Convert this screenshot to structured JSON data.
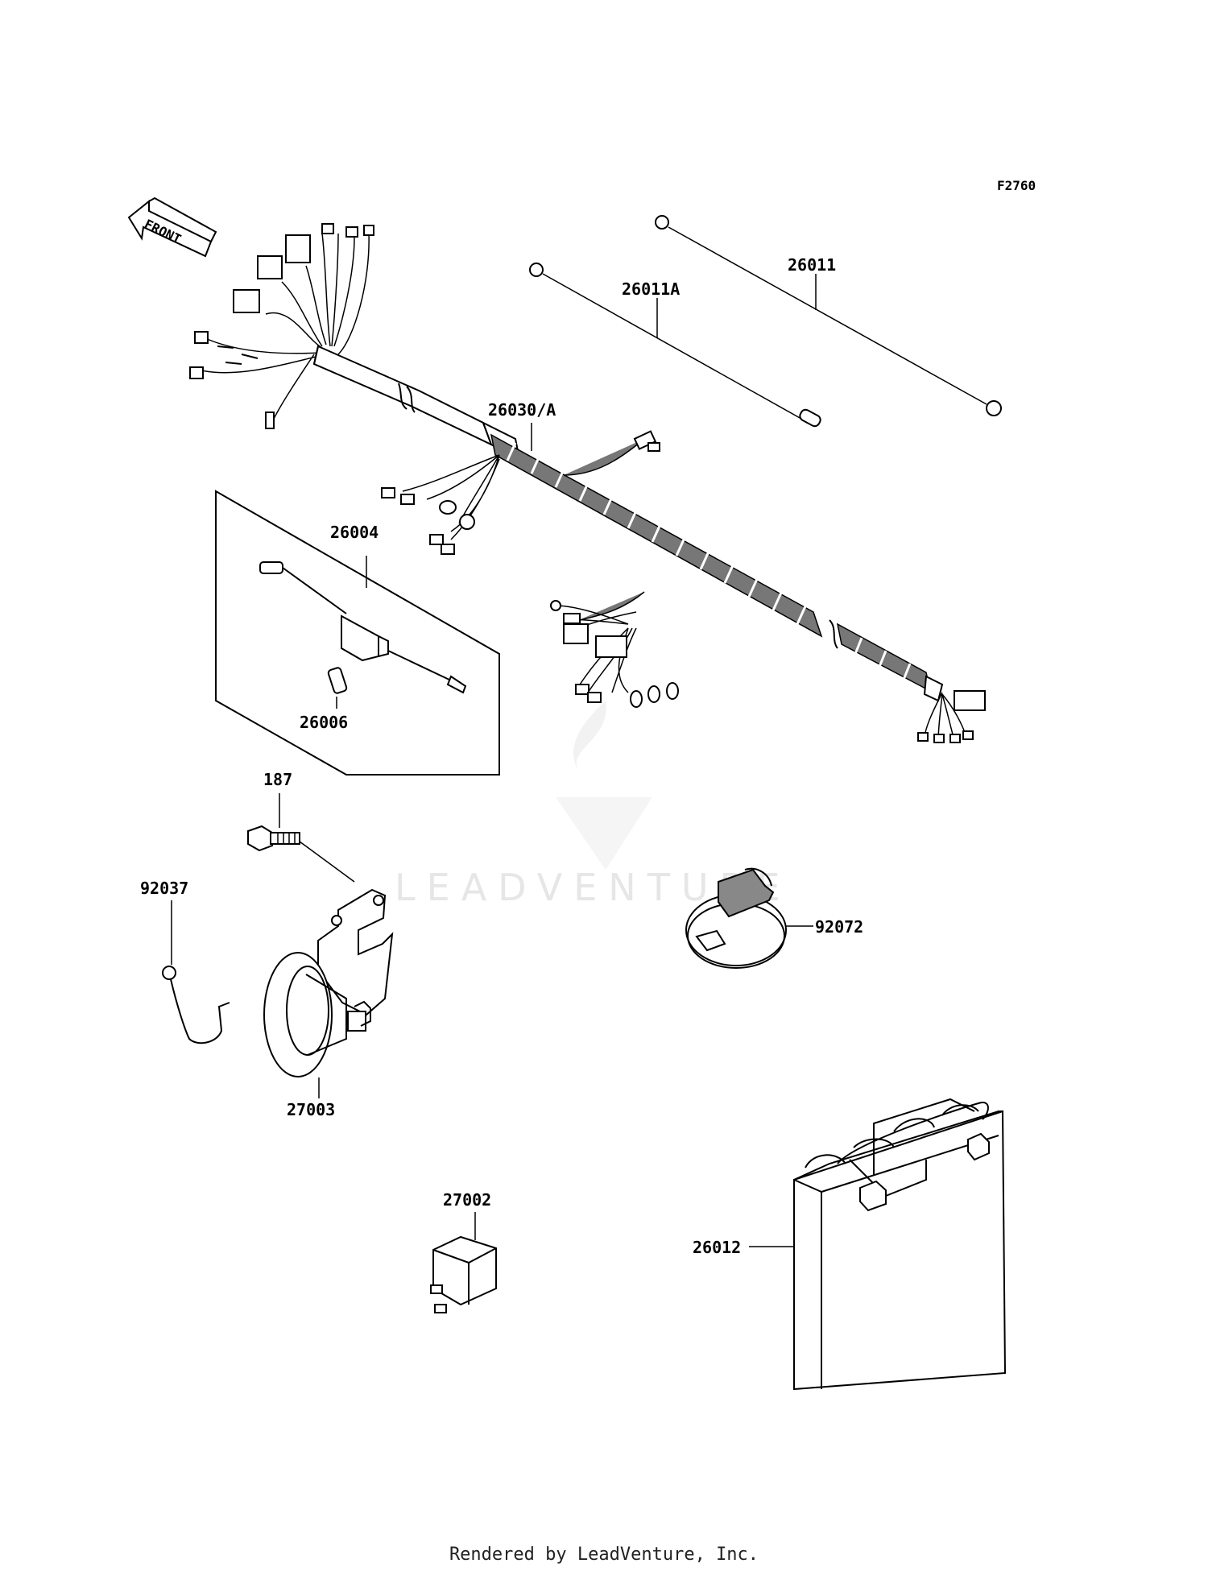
{
  "figure_code": "F2760",
  "front_marker": "FRONT",
  "watermark": "LEADVENTURE",
  "footer": "Rendered by LeadVenture, Inc.",
  "parts": {
    "p26011": "26011",
    "p26011A": "26011A",
    "p26030A": "26030/A",
    "p26004": "26004",
    "p26006": "26006",
    "p187": "187",
    "p92037": "92037",
    "p27003": "27003",
    "p92072": "92072",
    "p27002": "27002",
    "p26012": "26012"
  }
}
